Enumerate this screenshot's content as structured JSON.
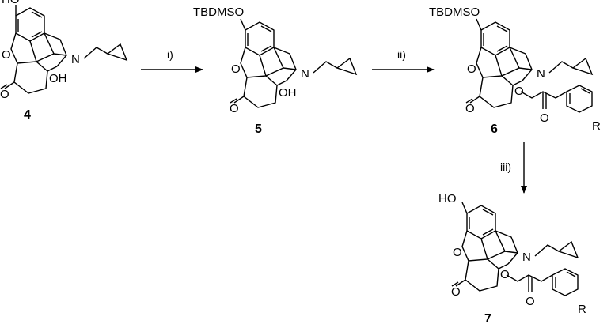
{
  "compounds": [
    {
      "number": "4",
      "labels": {
        "top": "HO",
        "o": "O",
        "n": "N",
        "oh": "OH",
        "ketone": "O"
      }
    },
    {
      "number": "5",
      "labels": {
        "top": "TBDMSO",
        "o": "O",
        "n": "N",
        "oh": "OH",
        "ketone": "O"
      }
    },
    {
      "number": "6",
      "labels": {
        "top": "TBDMSO",
        "o": "O",
        "n": "N",
        "ester_o": "O",
        "ester_co": "O",
        "ketone": "O",
        "r": "R"
      }
    },
    {
      "number": "7",
      "labels": {
        "top": "HO",
        "o": "O",
        "n": "N",
        "ester_o": "O",
        "ester_co": "O",
        "ketone": "O",
        "r": "R"
      }
    }
  ],
  "steps": [
    {
      "label": "i)"
    },
    {
      "label": "ii)"
    },
    {
      "label": "iii)"
    }
  ]
}
